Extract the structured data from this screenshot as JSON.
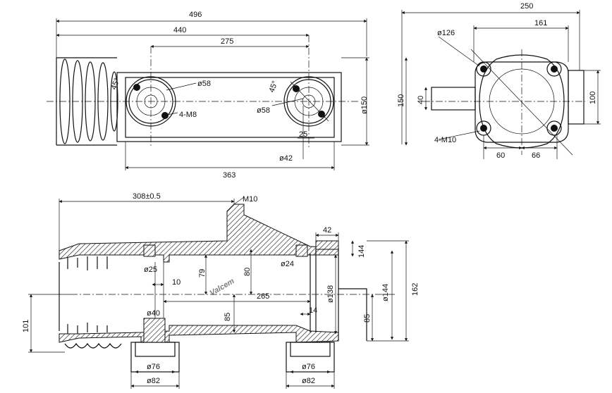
{
  "brand": {
    "logo_text": "Valcem",
    "color": "#3d7fd3"
  },
  "top_view": {
    "dims": {
      "overall": "496",
      "length_440": "440",
      "hole_spacing": "275",
      "base_length": "363",
      "height": "ø150",
      "boss_dia_left": "ø58",
      "boss_dia_right": "ø58",
      "bolt": "4-M8",
      "angle_left": "45°",
      "angle_right": "45°",
      "offset": "25",
      "pin_dia": "ø42"
    }
  },
  "end_view": {
    "dims": {
      "width": "250",
      "bolt_circle_w": "161",
      "bolt_circle_dia": "ø126",
      "height": "150",
      "stub": "40",
      "right_stub": "100",
      "bolt": "4-M10",
      "left_off": "60",
      "right_off": "66"
    }
  },
  "section_view": {
    "dims": {
      "length": "308±0.5",
      "thread": "M10",
      "flange": "42",
      "d25": "ø25",
      "d24": "ø24",
      "h79": "79",
      "h80": "80",
      "w10": "10",
      "w265": "265",
      "d40": "ø40",
      "h85_left": "85",
      "w14": "14",
      "d138": "ø138",
      "d144": "ø144",
      "h144": "144",
      "h85_right": "85",
      "h162": "162",
      "h101": "101",
      "d76_left": "ø76",
      "d82_left": "ø82",
      "d76_right": "ø76",
      "d82_right": "ø82"
    }
  }
}
